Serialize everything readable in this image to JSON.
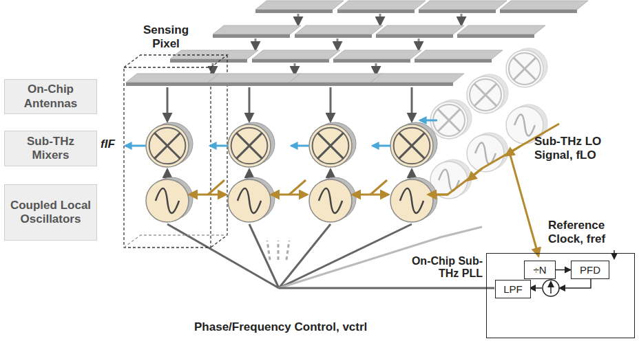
{
  "diagram": {
    "nodes": [
      {
        "text": [
          "On-Chip Antennas"
        ]
      },
      {
        "text": [
          "Sub-THz Mixers"
        ]
      },
      {
        "text": [
          "Coupled Local Oscillators"
        ]
      },
      {
        "text": [
          "On-Chip Sub-THz PLL"
        ]
      },
      {
        "text": [
          "÷N"
        ],
        "in": 3
      },
      {
        "text": [
          "PFD"
        ],
        "in": 3
      },
      {
        "text": [
          "LPF"
        ],
        "in": 3
      }
    ],
    "edges": [
      {
        "from": 4,
        "to": 5,
        "arrow": "to"
      }
    ],
    "labels": [
      "Sensing Pixel",
      "fIF",
      "Sub-THz LO Signal, fLO",
      "Reference Clock, fref",
      "Phase/Frequency Control, vctrl"
    ]
  }
}
